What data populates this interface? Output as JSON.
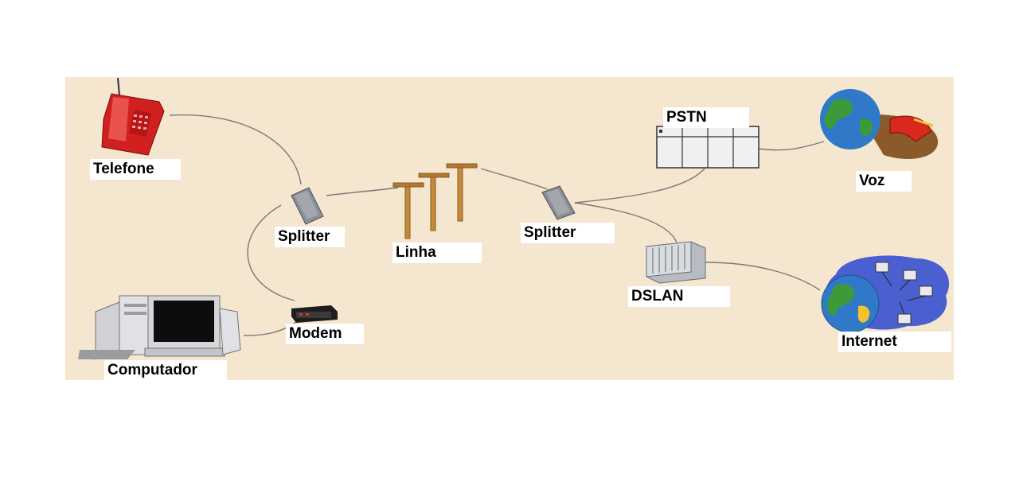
{
  "diagram": {
    "background_color": "#f4e6cf",
    "line_color": "#777777",
    "nodes": {
      "telefone": {
        "label": "Telefone",
        "icon": "red-telephone-icon"
      },
      "splitter_left": {
        "label": "Splitter",
        "icon": "splitter-icon"
      },
      "linha": {
        "label": "Linha",
        "icon": "utility-poles-icon"
      },
      "splitter_right": {
        "label": "Splitter",
        "icon": "splitter-icon"
      },
      "pstn": {
        "label": "PSTN",
        "icon": "switch-rack-icon"
      },
      "voz": {
        "label": "Voz",
        "icon": "globe-phone-icon"
      },
      "dslan": {
        "label": "DSLAN",
        "icon": "server-cabinet-icon"
      },
      "internet": {
        "label": "Internet",
        "icon": "globe-network-icon"
      },
      "modem": {
        "label": "Modem",
        "icon": "modem-icon"
      },
      "computador": {
        "label": "Computador",
        "icon": "desktop-computer-icon"
      }
    },
    "connections": [
      [
        "telefone",
        "splitter_left"
      ],
      [
        "splitter_left",
        "modem"
      ],
      [
        "modem",
        "computador"
      ],
      [
        "splitter_left",
        "linha"
      ],
      [
        "linha",
        "splitter_right"
      ],
      [
        "splitter_right",
        "pstn"
      ],
      [
        "pstn",
        "voz"
      ],
      [
        "splitter_right",
        "dslan"
      ],
      [
        "dslan",
        "internet"
      ]
    ]
  }
}
